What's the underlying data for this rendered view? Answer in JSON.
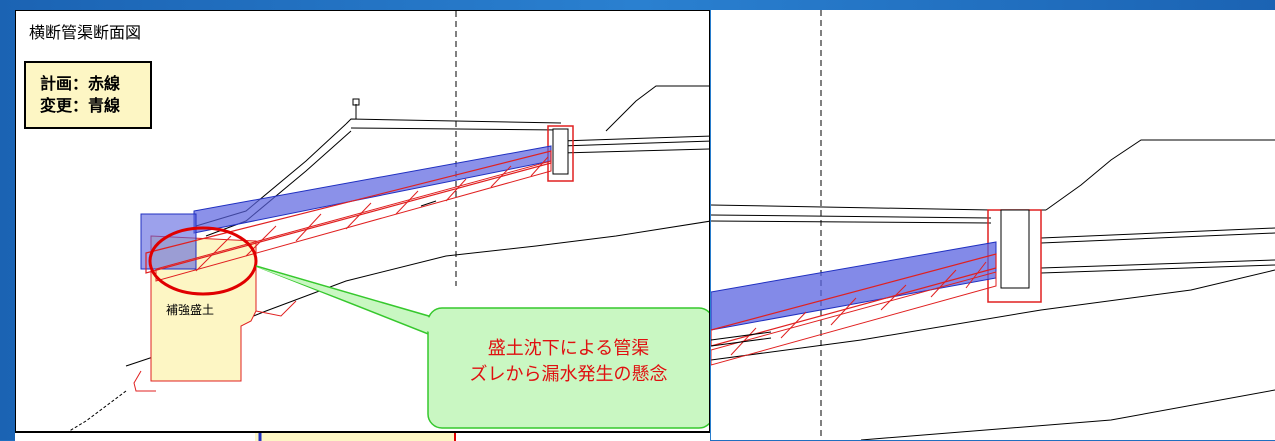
{
  "title": "横断管渠断面図",
  "legend": {
    "plan": "計画：赤線",
    "change": "変更：青線"
  },
  "fill_label": "補強盛土",
  "callout": {
    "line1": "盛土沈下による管渠",
    "line2": "ズレから漏水発生の懸念"
  },
  "colors": {
    "background": "#1f6fc0",
    "plan_line": "#e02020",
    "change_fill": "#5a63e0",
    "legend_bg": "#fdf6c4",
    "fill_area": "#fdf6c4",
    "callout_fill": "#c9f7c2",
    "callout_border": "#36c82d",
    "highlight_circle": "#e00000"
  }
}
